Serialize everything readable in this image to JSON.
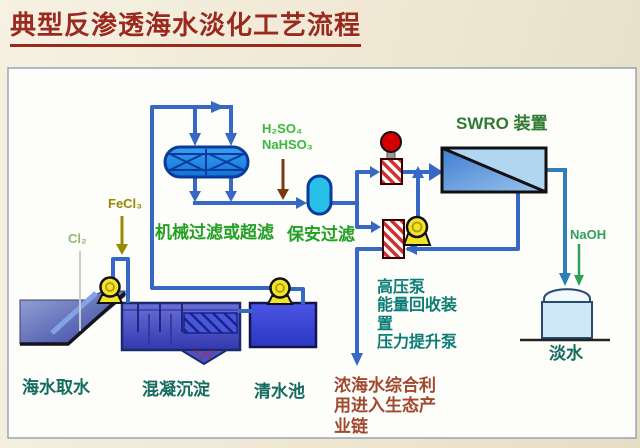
{
  "title": "典型反渗透海水淡化工艺流程",
  "diagram": {
    "chemicals": {
      "h2so4_nahso3": "H₂SO₄\nNaHSO₃",
      "fecl3": "FeCl₃",
      "cl2": "Cl₂",
      "naoh": "NaOH"
    },
    "equipment": {
      "mech_filter": "机械过滤或超滤",
      "cartridge_filter": "保安过滤",
      "swro_unit": "SWRO 装置",
      "pump_block": "高压泵\n能量回收装\n置\n压力提升泵"
    },
    "tanks": {
      "intake": "海水取水",
      "coagulation": "混凝沉淀",
      "clear_water": "清水池",
      "fresh_water": "淡水"
    },
    "streams": {
      "brine_note": "浓海水综合利\n用进入生态产\n业链"
    },
    "colors": {
      "pipe_blue": "#3768c4",
      "fresh_water_pipe": "#2e7eb8",
      "label_green": "#22a022",
      "label_teal": "#0c7d76",
      "tank_label_green": "#156b5e",
      "title_red": "#9b2a1e",
      "brine_text_red": "#a1492f",
      "dosing_arrow_brown": "#7a3a10",
      "fecl3_olive": "#968a00",
      "naoh_green": "#2ea05a",
      "pump_yellow": "#f2e42c",
      "hp_pump_red": "#d40000"
    }
  }
}
